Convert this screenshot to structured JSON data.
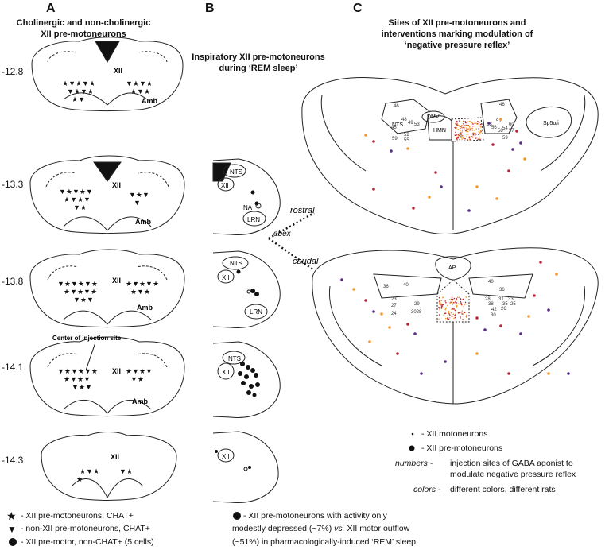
{
  "panelA": {
    "letter": "A",
    "title_line1": "Cholinergic and non-cholinergic",
    "title_line2": "XII pre-motoneurons",
    "levels": [
      "-12.8",
      "-13.3",
      "-13.8",
      "-14.1",
      "-14.3"
    ],
    "xii_label": "XII",
    "amb_label": "Amb",
    "injection_label": "Center of injection site"
  },
  "panelB": {
    "letter": "B",
    "title_line1": "Inspiratory XII pre-motoneurons",
    "title_line2": "during ‘REM sleep’",
    "labels": {
      "nts": "NTS",
      "xii": "XII",
      "na": "NA",
      "lrn": "LRN"
    }
  },
  "obex": {
    "rostral": "rostral",
    "obex": "obex",
    "caudal": "caudal"
  },
  "panelC": {
    "letter": "C",
    "title_line1": "Sites of XII pre-motoneurons and",
    "title_line2": "interventions marking modulation of",
    "title_line3": "‘negative pressure reflex’",
    "rostral_labels": {
      "nts": "NTS",
      "dmv": "DMV",
      "hmn": "HMN",
      "sp5oi": "Sp5o/i"
    },
    "rostral_numbers": [
      "46",
      "46",
      "48",
      "49",
      "53",
      "60",
      "54",
      "57",
      "52",
      "55",
      "59",
      "59",
      "45",
      "51",
      "58",
      "56",
      "53"
    ],
    "caudal_labels": {
      "ap": "AP"
    },
    "caudal_numbers": [
      "36",
      "40",
      "40",
      "36",
      "23",
      "27",
      "29",
      "3028",
      "24",
      "31",
      "33",
      "38",
      "35",
      "42",
      "30",
      "26",
      "25",
      "28"
    ],
    "legend": {
      "motoneurons": "- XII motoneurons",
      "premotoneurons": "- XII pre-motoneurons",
      "numbers_key": "numbers -",
      "numbers_text_line1": "injection sites of GABA agonist to",
      "numbers_text_line2": "modulate negative pressure reflex",
      "colors_key": "colors -",
      "colors_text": "different colors, different rats"
    }
  },
  "legendBottom": {
    "star": "- XII pre-motoneurons, CHAT+",
    "triangle": "- non-XII pre-motoneurons, CHAT+",
    "dot": "- XII pre-motor, non-CHAT+ (5 cells)",
    "right_line1": "- XII pre-motoneurons with activity only",
    "right_line2_a": "modestly depressed (~7%) ",
    "right_line2_b": "vs.",
    "right_line2_c": " XII motor outflow",
    "right_line3": "(~51%) in pharmacologically-induced ‘REM’ sleep"
  },
  "colors": {
    "orange": "#f29a2e",
    "red": "#b8283a",
    "purple": "#5a2d82",
    "dot_black": "#111111"
  }
}
